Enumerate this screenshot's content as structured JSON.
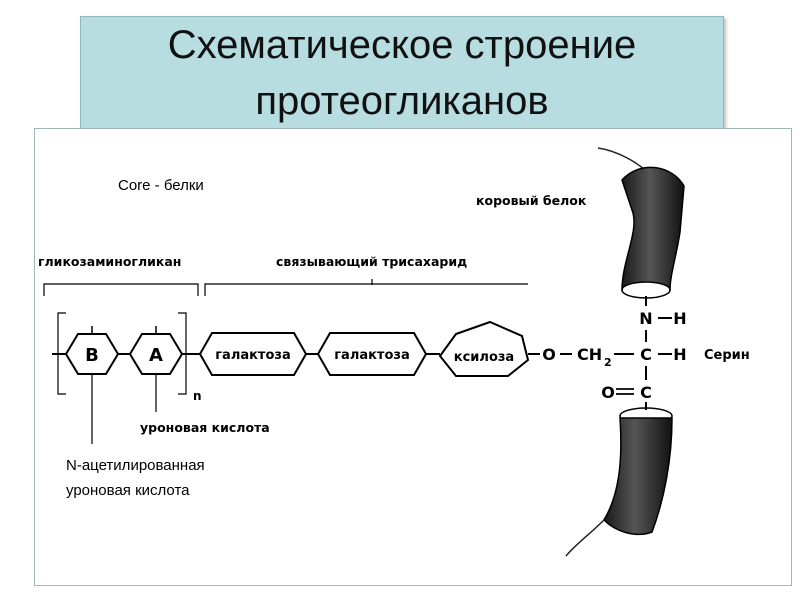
{
  "title": {
    "line1": "Схематическое строение",
    "line2": "протеогликанов"
  },
  "diagram": {
    "core_protein_note": "Core - белки",
    "core_protein_label": "коровый белок",
    "glycosaminoglycan_label": "гликозаминогликан",
    "linker_trisaccharide_label": "связывающий трисахарид",
    "unit_b": "B",
    "unit_a": "A",
    "repeat_subscript": "n",
    "galactose_1": "галактоза",
    "galactose_2": "галактоза",
    "xylose": "ксилоза",
    "bond_o": "O",
    "ch2": "CH",
    "ch2_sub": "2",
    "carbon": "C",
    "h_right": "H",
    "nh_n": "N",
    "nh_h": "H",
    "carbonyl_o": "O",
    "serine": "Серин",
    "uronic_acid": "уроновая кислота",
    "n_acetyl_line1": "N-ацетилированная",
    "n_acetyl_line2": "уроновая кислота"
  }
}
